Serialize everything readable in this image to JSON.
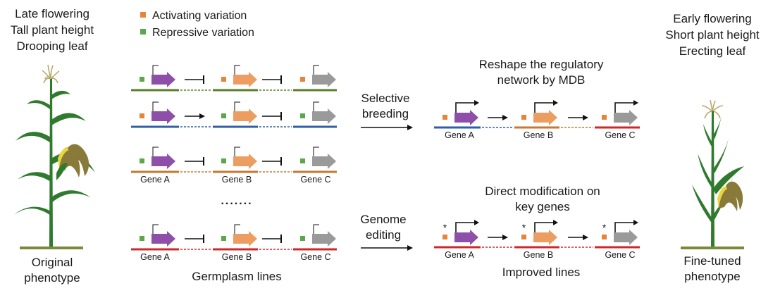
{
  "left_phenotype": {
    "traits": [
      "Late flowering",
      "Tall plant height",
      "Drooping leaf"
    ],
    "caption": [
      "Original",
      "phenotype"
    ]
  },
  "right_phenotype": {
    "traits": [
      "Early flowering",
      "Short plant height",
      "Erecting leaf"
    ],
    "caption": [
      "Fine-tuned",
      "phenotype"
    ]
  },
  "legend": {
    "activating": "Activating variation",
    "repressive": "Repressive variation"
  },
  "genes": {
    "a": "Gene A",
    "b": "Gene B",
    "c": "Gene C"
  },
  "germplasm": {
    "caption": "Germplasm lines",
    "ellipsis": "......."
  },
  "breeding": {
    "line1": "Selective",
    "line2": "breeding"
  },
  "editing": {
    "line1": "Genome",
    "line2": "editing"
  },
  "mdb": {
    "line1": "Reshape the regulatory",
    "line2": "network by MDB"
  },
  "direct": {
    "line1": "Direct modification on",
    "line2": "key genes"
  },
  "improved": {
    "caption": "Improved lines",
    "edit_mark": "*"
  },
  "colors": {
    "activating": "#e8833a",
    "repressive": "#5aa84a",
    "gene_a": "#8e4fa8",
    "gene_b": "#ec9d62",
    "gene_c": "#9a9a9a",
    "line_green": "#5b7f2c",
    "line_blue": "#2f5fa8",
    "line_orange": "#c47a34",
    "line_red": "#cc2a2a",
    "plant": "#2f7a2c",
    "ground": "#7a8a3a",
    "tassel": "#b9a86a",
    "ear": "#e8d640",
    "husk": "#8a7a3a"
  }
}
